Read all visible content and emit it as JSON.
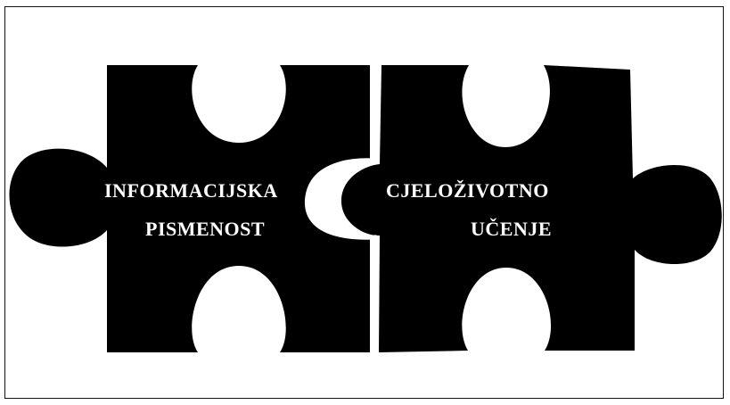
{
  "puzzle": {
    "left_piece": {
      "line1": "INFORMACIJSKA",
      "line2": "PISMENOST"
    },
    "right_piece": {
      "line1": "CJELOŽIVOTNO",
      "line2": "UČENJE"
    },
    "colors": {
      "piece_fill": "#000000",
      "text": "#ffffff",
      "background": "#ffffff"
    }
  }
}
